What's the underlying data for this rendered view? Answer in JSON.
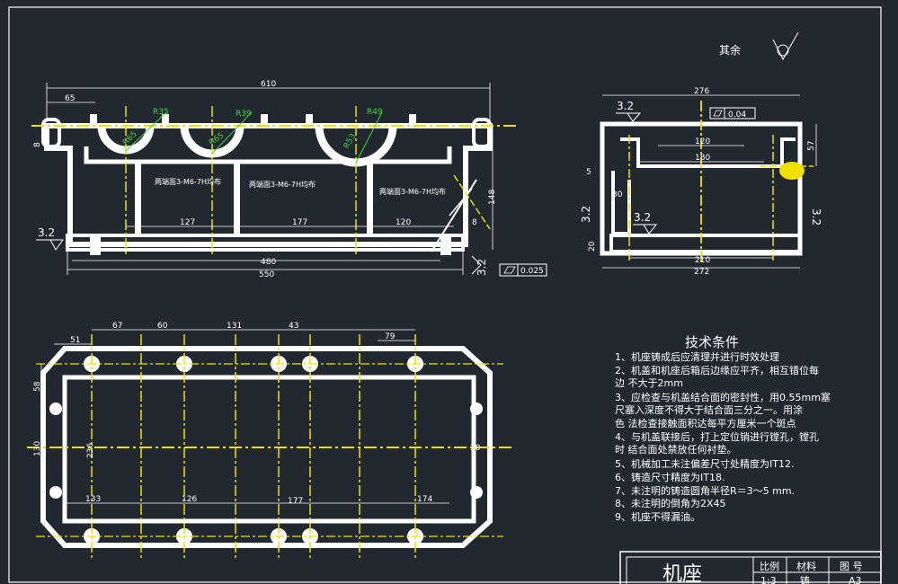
{
  "front_view": {
    "dims": {
      "overall_top": "610",
      "left_offset": "65",
      "radius_1": "R35",
      "radius_2": "R39",
      "radius_3": "R49",
      "r_left": "R65",
      "r_mid": "R65",
      "r_right": "R53",
      "seg_1": "127",
      "seg_2": "177",
      "seg_3": "120",
      "height": "148",
      "right_small": "8",
      "left_small": "8",
      "bottom_480": "480",
      "bottom_550": "550"
    },
    "hole_notes": [
      "两端面3-M6-7H均布",
      "两端面3-M6-7H均布",
      "两端面3-M6-7H均布"
    ],
    "roughness_left": "3.2",
    "roughness_bottom": "3.2",
    "flatness_value": "0.025"
  },
  "side_view": {
    "dims": {
      "overall_top": "276",
      "inner_1": "120",
      "inner_2": "180",
      "height_right": "57",
      "left_5": "5",
      "left_30": "30",
      "left_20": "20",
      "bottom_210": "210",
      "bottom_272": "272"
    },
    "roughness_top": "3.2",
    "roughness_left": "3.2",
    "roughness_inner": "3.2",
    "roughness_right": "3.2",
    "parallel_value": "0.04"
  },
  "top_view": {
    "dims": {
      "d51": "51",
      "d67": "67",
      "d60": "60",
      "d131": "131",
      "d43": "43",
      "d79": "79",
      "d58": "58",
      "d130": "130",
      "d236": "236",
      "d30": "30",
      "d133": "133",
      "d126": "126",
      "d177": "177",
      "d174": "174"
    }
  },
  "roughness_note": {
    "label": "其余"
  },
  "tech_requirements": {
    "title": "技术条件",
    "lines": [
      "1、机座铸成后应清理并进行时效处理",
      "2、机盖和机座后箱后边缘应平齐，相互错位每",
      "边   不大于2mm",
      "3、应检查与机盖结合面的密封性，用0.55mm塞",
      "   尺塞入深度不得大于结合面三分之一。用涂",
      "色      法检查接触面积达每平方厘米一个斑点",
      "4、与机盖联接后，打上定位销进行镗孔，镗孔",
      "时    结合面处禁放任何衬垫。",
      "5、机械加工未注偏差尺寸处精度为IT12.",
      "6、铸造尺寸精度为IT18.",
      "7、未注明的铸造圆角半径R＝3～5 mm.",
      "8、未注明的倒角为2X45",
      "9、机座不得漏油。"
    ]
  },
  "title_block": {
    "part_name": "机座",
    "h_scale": "比例",
    "h_material": "材料",
    "h_drawing": "图  号",
    "scale_value": "1:3",
    "material_value": "铸",
    "drawing_value": "A3"
  }
}
